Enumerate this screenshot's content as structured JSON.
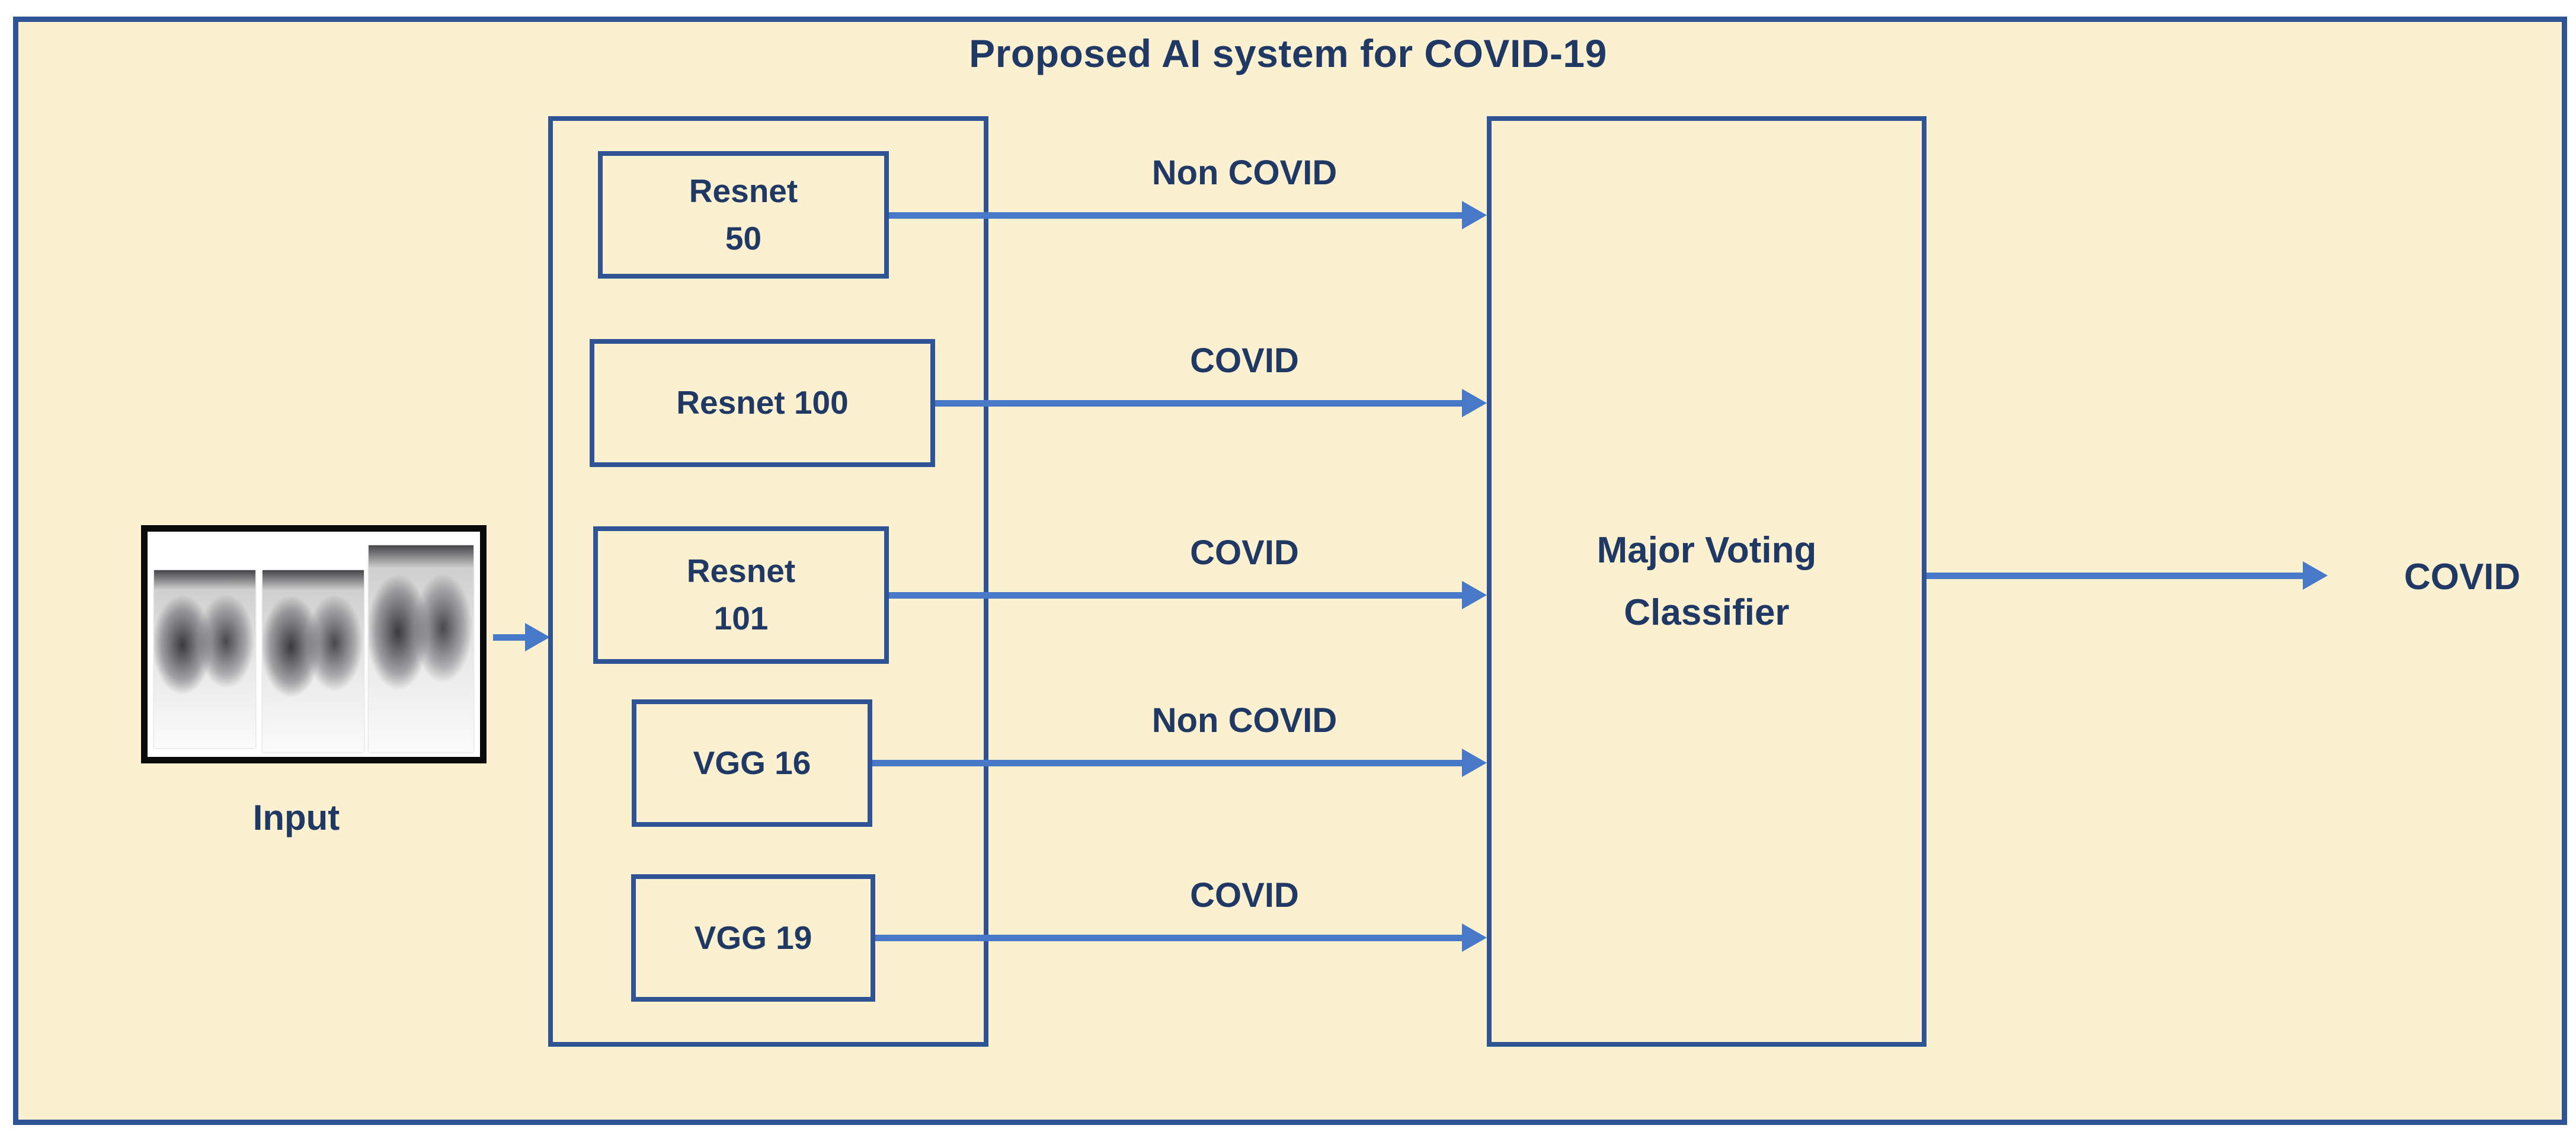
{
  "diagram": {
    "title": "Proposed AI system for COVID-19",
    "input": {
      "label": "Input",
      "image": "chest-xray-images"
    },
    "models": [
      {
        "label": "Resnet\n50",
        "prediction": "Non COVID"
      },
      {
        "label": "Resnet 100",
        "prediction": "COVID"
      },
      {
        "label": "Resnet\n101",
        "prediction": "COVID"
      },
      {
        "label": "VGG 16",
        "prediction": "Non COVID"
      },
      {
        "label": "VGG 19",
        "prediction": "COVID"
      }
    ],
    "classifier": {
      "label": "Major Voting\nClassifier"
    },
    "output": {
      "label": "COVID"
    },
    "colors": {
      "background": "#FBF1D0",
      "border": "#2F5496",
      "arrow": "#4878C8",
      "text": "#1F3864",
      "image_border": "#0A0A0A"
    }
  }
}
